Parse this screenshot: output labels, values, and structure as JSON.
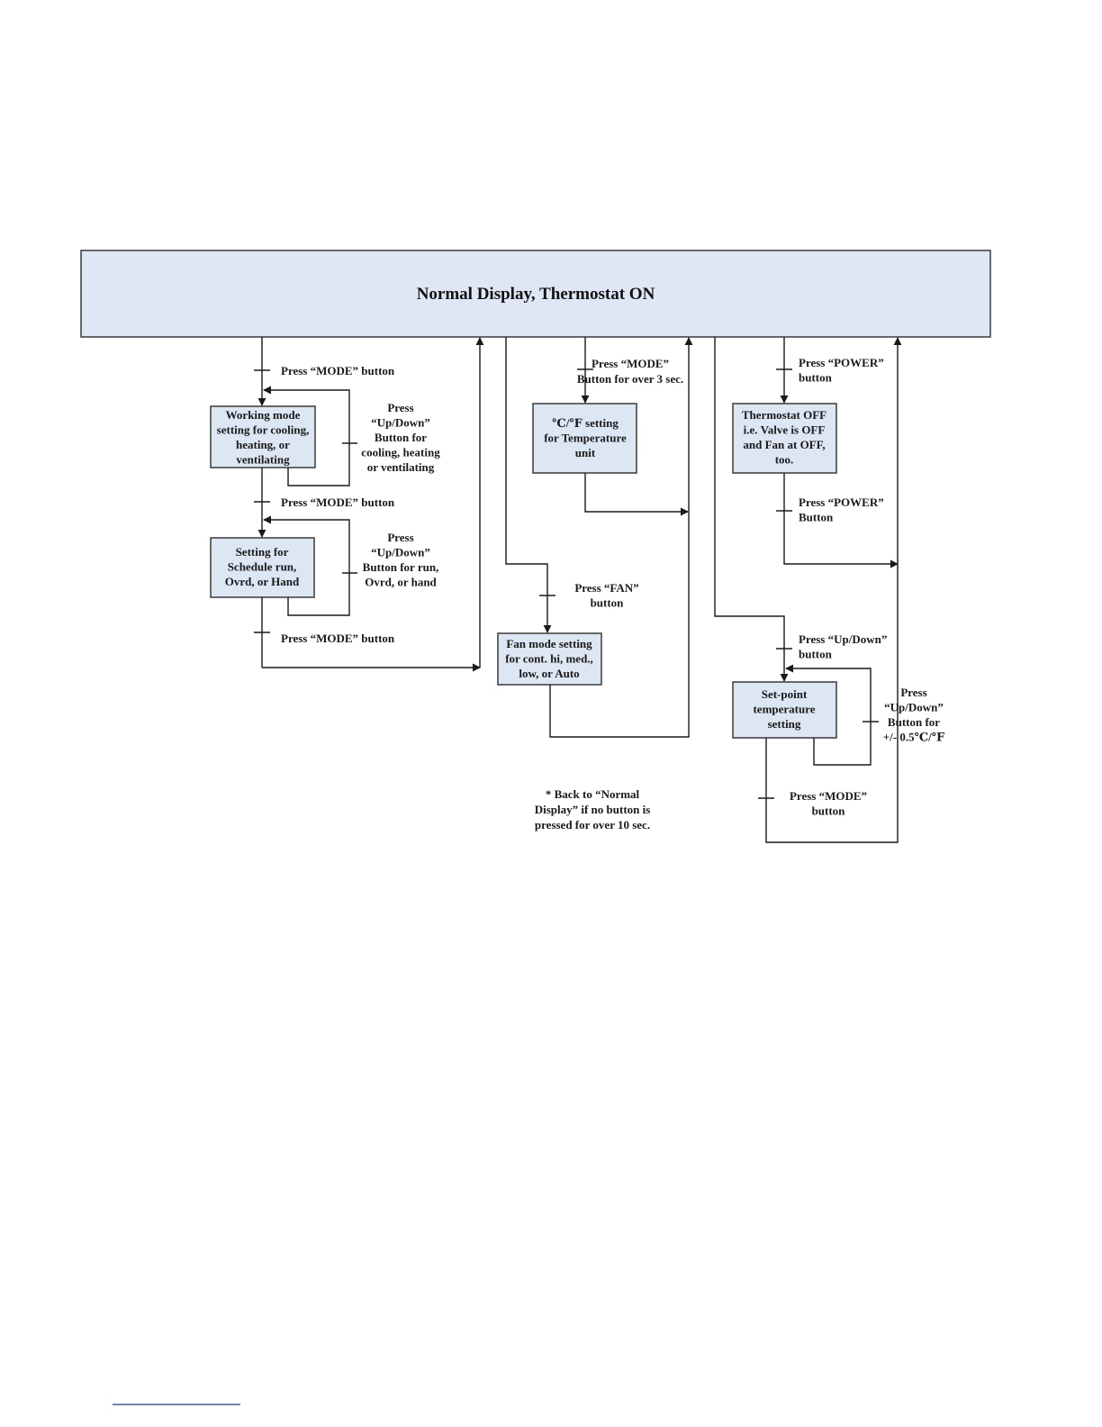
{
  "header": {
    "title": "Normal Display, Thermostat ON"
  },
  "boxes": {
    "working_mode": [
      "Working mode",
      "setting for cooling,",
      "heating, or",
      "ventilating"
    ],
    "schedule": [
      "Setting for",
      "Schedule run,",
      "Ovrd, or Hand"
    ],
    "temp_unit": [
      "℃/℉ setting",
      "for Temperature",
      "unit"
    ],
    "fan_mode": [
      "Fan mode setting",
      "for cont. hi, med.,",
      "low, or Auto"
    ],
    "thermostat_off": [
      "Thermostat OFF",
      "i.e. Valve is OFF",
      "and Fan at OFF,",
      "too."
    ],
    "setpoint": [
      "Set-point",
      "temperature",
      "setting"
    ]
  },
  "labels": {
    "mode1": [
      "Press “MODE” button"
    ],
    "updown1": [
      "Press",
      "“Up/Down”",
      "Button for",
      "cooling, heating",
      "or ventilating"
    ],
    "mode2": [
      "Press “MODE” button"
    ],
    "updown2": [
      "Press",
      "“Up/Down”",
      "Button for run,",
      "Ovrd, or hand"
    ],
    "mode3": [
      "Press “MODE” button"
    ],
    "mode_long": [
      "Press “MODE”",
      "Button for over 3 sec."
    ],
    "fan": [
      "Press “FAN”",
      "button"
    ],
    "power1": [
      "Press “POWER”",
      "button"
    ],
    "power2": [
      "Press “POWER”",
      "Button"
    ],
    "updown3": [
      "Press “Up/Down”",
      "button"
    ],
    "updown4": [
      "Press",
      "“Up/Down”",
      "Button for",
      "+/- 0.5℃/℉"
    ],
    "mode4": [
      "Press “MODE”",
      "button"
    ],
    "note": [
      "* Back to “Normal",
      "Display” if no button is",
      "pressed for over 10 sec."
    ]
  }
}
